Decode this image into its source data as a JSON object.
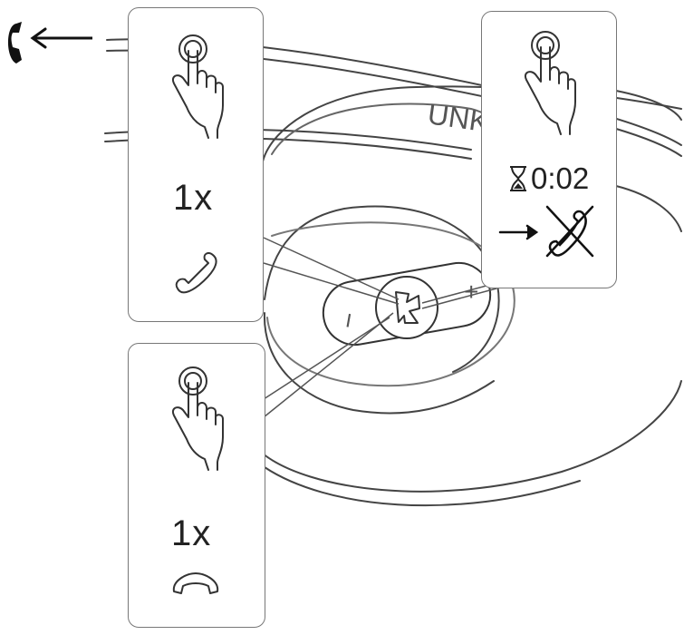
{
  "headset": {
    "brand_text": "UNK"
  },
  "controls": {
    "minus_label": "−",
    "plus_label": "+",
    "center_logo": "K"
  },
  "panels": {
    "answer_call": {
      "gesture_icon": "tap-finger-icon",
      "count": "1x",
      "result_icon": "phone-receiver-icon"
    },
    "end_call": {
      "gesture_icon": "tap-finger-icon",
      "count": "1x",
      "result_icon": "phone-hangup-icon"
    },
    "reject_call": {
      "gesture_icon": "tap-finger-icon",
      "duration": "0:02",
      "duration_icon": "hourglass-icon",
      "result_icon": "phone-crossed-icon"
    }
  },
  "incoming_call": {
    "icon": "incoming-call-icon"
  }
}
